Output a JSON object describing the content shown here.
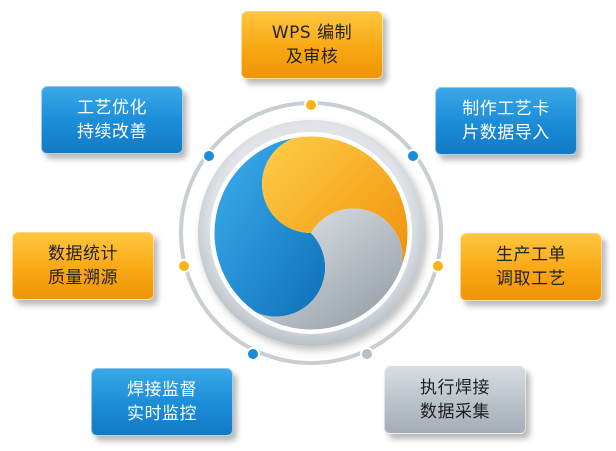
{
  "boxes": {
    "wps": {
      "line1": "WPS 编制",
      "line2": "及审核",
      "color": "#f9a813"
    },
    "card": {
      "line1": "制作工艺卡",
      "line2": "片数据导入",
      "color": "#1a8cd8"
    },
    "order": {
      "line1": "生产工单",
      "line2": "调取工艺",
      "color": "#f9a813"
    },
    "collect": {
      "line1": "执行焊接",
      "line2": "数据采集",
      "color": "#b7bfc7"
    },
    "monitor": {
      "line1": "焊接监督",
      "line2": "实时监控",
      "color": "#1a8cd8"
    },
    "trace": {
      "line1": "数据统计",
      "line2": "质量溯源",
      "color": "#f9a813"
    },
    "improve": {
      "line1": "工艺优化",
      "line2": "持续改善",
      "color": "#1a8cd8"
    }
  },
  "colors": {
    "blue": "#1a8cd8",
    "orange": "#f9a813",
    "gray": "#b7bfc7",
    "ring": "#c9ced3"
  }
}
